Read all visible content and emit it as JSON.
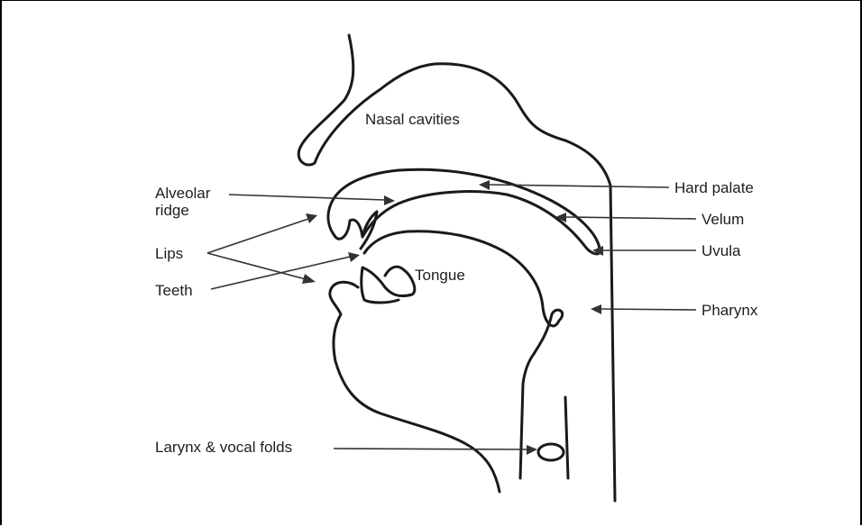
{
  "labels": {
    "nasal_cavities": "Nasal cavities",
    "alveolar_ridge_line1": "Alveolar",
    "alveolar_ridge_line2": "ridge",
    "lips": "Lips",
    "teeth": "Teeth",
    "tongue": "Tongue",
    "hard_palate": "Hard palate",
    "velum": "Velum",
    "uvula": "Uvula",
    "pharynx": "Pharynx",
    "larynx": "Larynx & vocal folds"
  }
}
